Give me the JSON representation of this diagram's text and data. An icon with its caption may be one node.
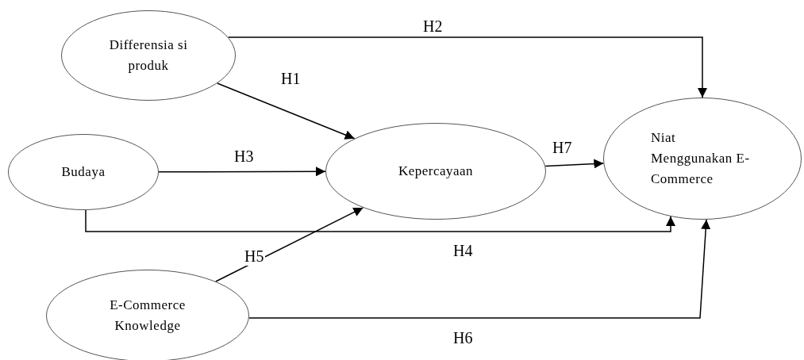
{
  "diagram": {
    "nodes": [
      {
        "text": [
          "Differensia si produk"
        ]
      },
      {
        "text": [
          "Budaya"
        ]
      },
      {
        "text": [
          "Kepercayaan"
        ]
      },
      {
        "text": [
          "Niat Menggunakan E-Commerce"
        ]
      },
      {
        "text": [
          "E-Commerce Knowledge"
        ]
      }
    ],
    "edges": [
      {
        "from": 0,
        "to": 2,
        "arrow": "to",
        "label": "H1"
      },
      {
        "from": 0,
        "to": 3,
        "arrow": "to",
        "label": "H2"
      },
      {
        "from": 1,
        "to": 2,
        "arrow": "to",
        "label": "H3"
      },
      {
        "from": 1,
        "to": 3,
        "arrow": "to",
        "label": "H4"
      },
      {
        "from": 4,
        "to": 2,
        "arrow": "to",
        "label": "H5"
      },
      {
        "from": 4,
        "to": 3,
        "arrow": "to",
        "label": "H6"
      },
      {
        "from": 2,
        "to": 3,
        "arrow": "to",
        "label": "H7"
      }
    ]
  }
}
